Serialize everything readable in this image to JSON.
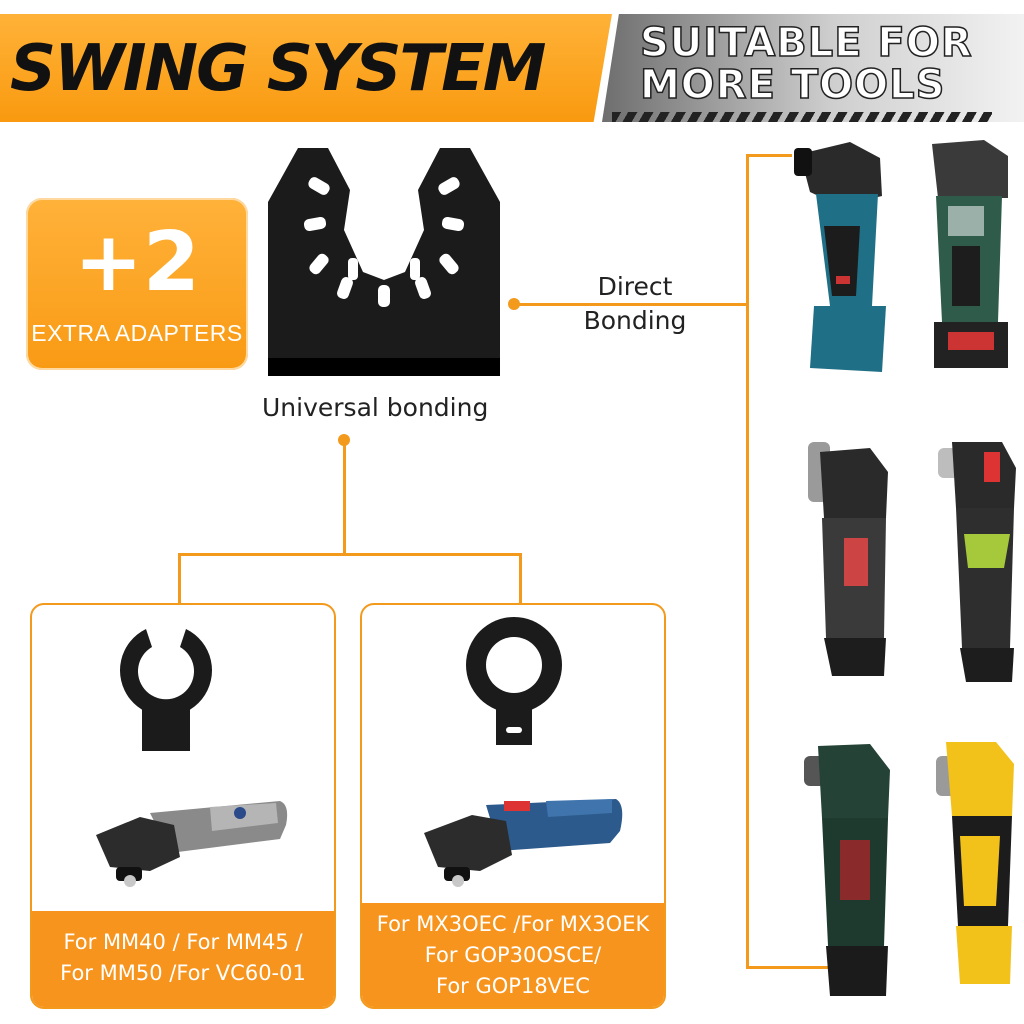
{
  "header": {
    "title": "SWING SYSTEM",
    "subtitle_line1": "SUITABLE FOR",
    "subtitle_line2": "MORE TOOLS"
  },
  "badge": {
    "count": "+2",
    "label": "EXTRA ADAPTERS"
  },
  "labels": {
    "universal": "Universal bonding",
    "direct_line1": "Direct",
    "direct_line2": "Bonding"
  },
  "panels": [
    {
      "lines": [
        "For MM40 / For MM45 /",
        "For MM50 /For VC60-01"
      ]
    },
    {
      "lines": [
        "For MX3OEC /For MX3OEK",
        "For GOP30OSCE/",
        "For GOP18VEC"
      ]
    }
  ],
  "colors": {
    "accent": "#f7941d",
    "line": "#f39a1c",
    "dark": "#1a1a1a"
  }
}
